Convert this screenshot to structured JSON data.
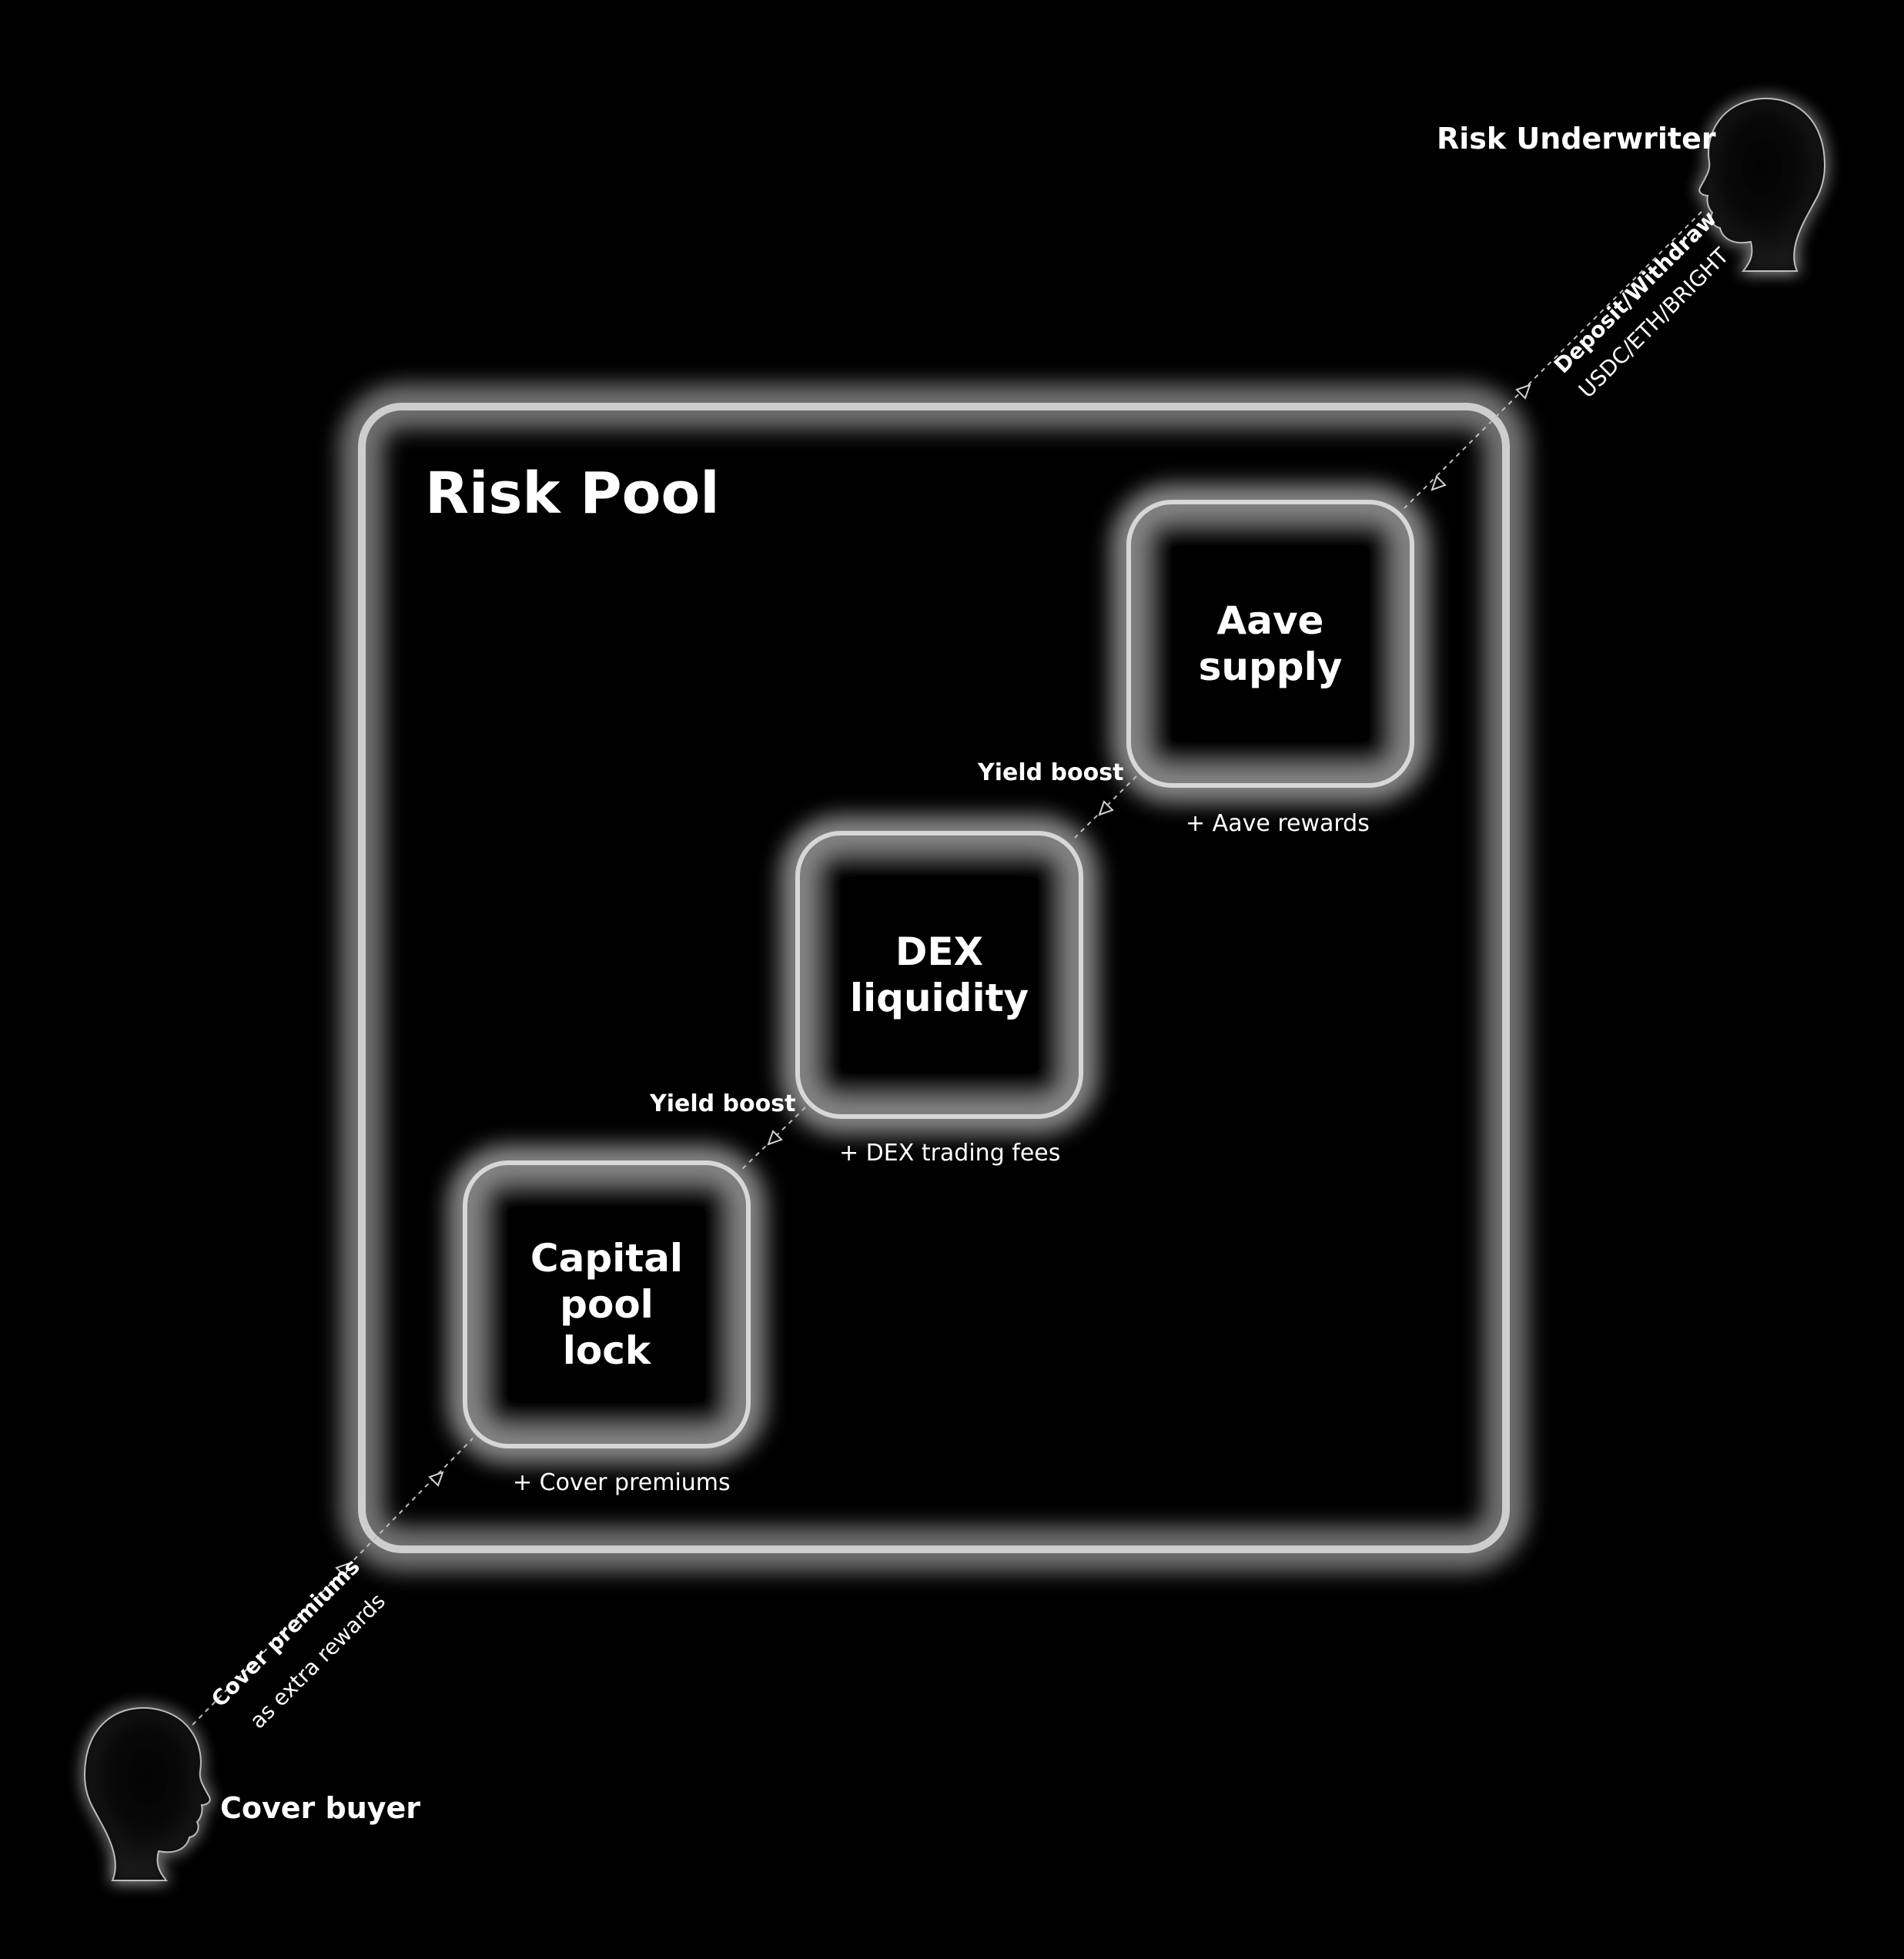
{
  "pool": {
    "title": "Risk Pool"
  },
  "boxes": {
    "aave": {
      "line1": "Aave",
      "line2": "supply",
      "reward": "+  Aave rewards"
    },
    "dex": {
      "line1": "DEX",
      "line2": "liquidity",
      "reward": "+  DEX trading fees"
    },
    "capital": {
      "line1": "Capital",
      "line2": "pool",
      "line3": "lock",
      "reward": "+  Cover premiums"
    }
  },
  "flows": {
    "yield_boost_upper": "Yield boost",
    "yield_boost_lower": "Yield boost",
    "underwriter_action": "Deposit/Withdraw",
    "underwriter_assets": "USDC/ETH/BRIGHT",
    "buyer_action": "Cover premiums",
    "buyer_note": "as extra rewards"
  },
  "actors": {
    "underwriter": "Risk Underwriter",
    "buyer": "Cover buyer"
  },
  "colors": {
    "background": "#000000",
    "foreground": "#ffffff",
    "glow": "#dcdcdc"
  },
  "icons": {
    "underwriter": "head-profile-icon",
    "buyer": "head-profile-icon"
  }
}
